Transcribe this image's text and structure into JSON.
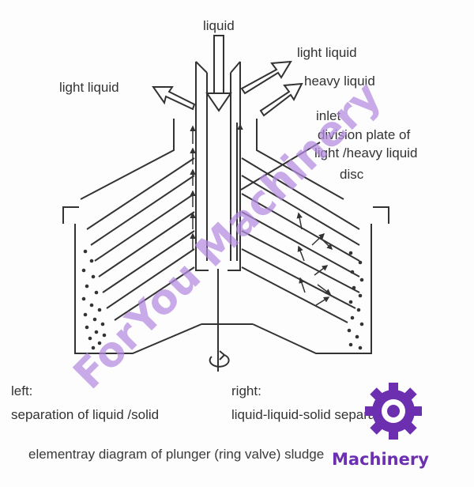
{
  "labels": {
    "liquid": "liquid",
    "light_liquid_right": "light liquid",
    "heavy_liquid": "heavy liquid",
    "light_liquid_left": "light liquid",
    "inlet": "inlet",
    "division_line1": "division plate of",
    "division_line2": "light /heavy liquid",
    "disc": "disc",
    "left_title": "left:",
    "left_desc": "separation of liquid /solid",
    "right_title": "right:",
    "right_desc": "liquid-liquid-solid separation",
    "caption": "elementray diagram of plunger (ring valve) sludge"
  },
  "watermark": {
    "text": "ForYou Machinery",
    "color": "#b58be0"
  },
  "logo": {
    "text": "Machinery",
    "color": "#6b2fb0",
    "icon": "gear-icon"
  }
}
